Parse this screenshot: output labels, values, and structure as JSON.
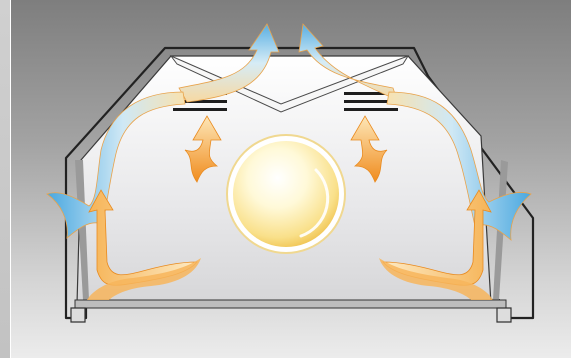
{
  "diagram": {
    "title": "",
    "colors": {
      "background_top": "#7e7e7e",
      "background_bottom": "#ececec",
      "housing_fill": "#e9e9ea",
      "housing_stroke": "#2a2a2a",
      "warm_air": "#f2a23c",
      "warm_air_light": "#fbe3ad",
      "cool_air": "#5fb4e4",
      "cool_air_light": "#cfe9f6",
      "light_core": "#ffffff",
      "light_glow": "#f7d56a"
    },
    "icons": [
      "lamp-housing",
      "light-source",
      "vent-slats",
      "airflow-arrow"
    ]
  }
}
